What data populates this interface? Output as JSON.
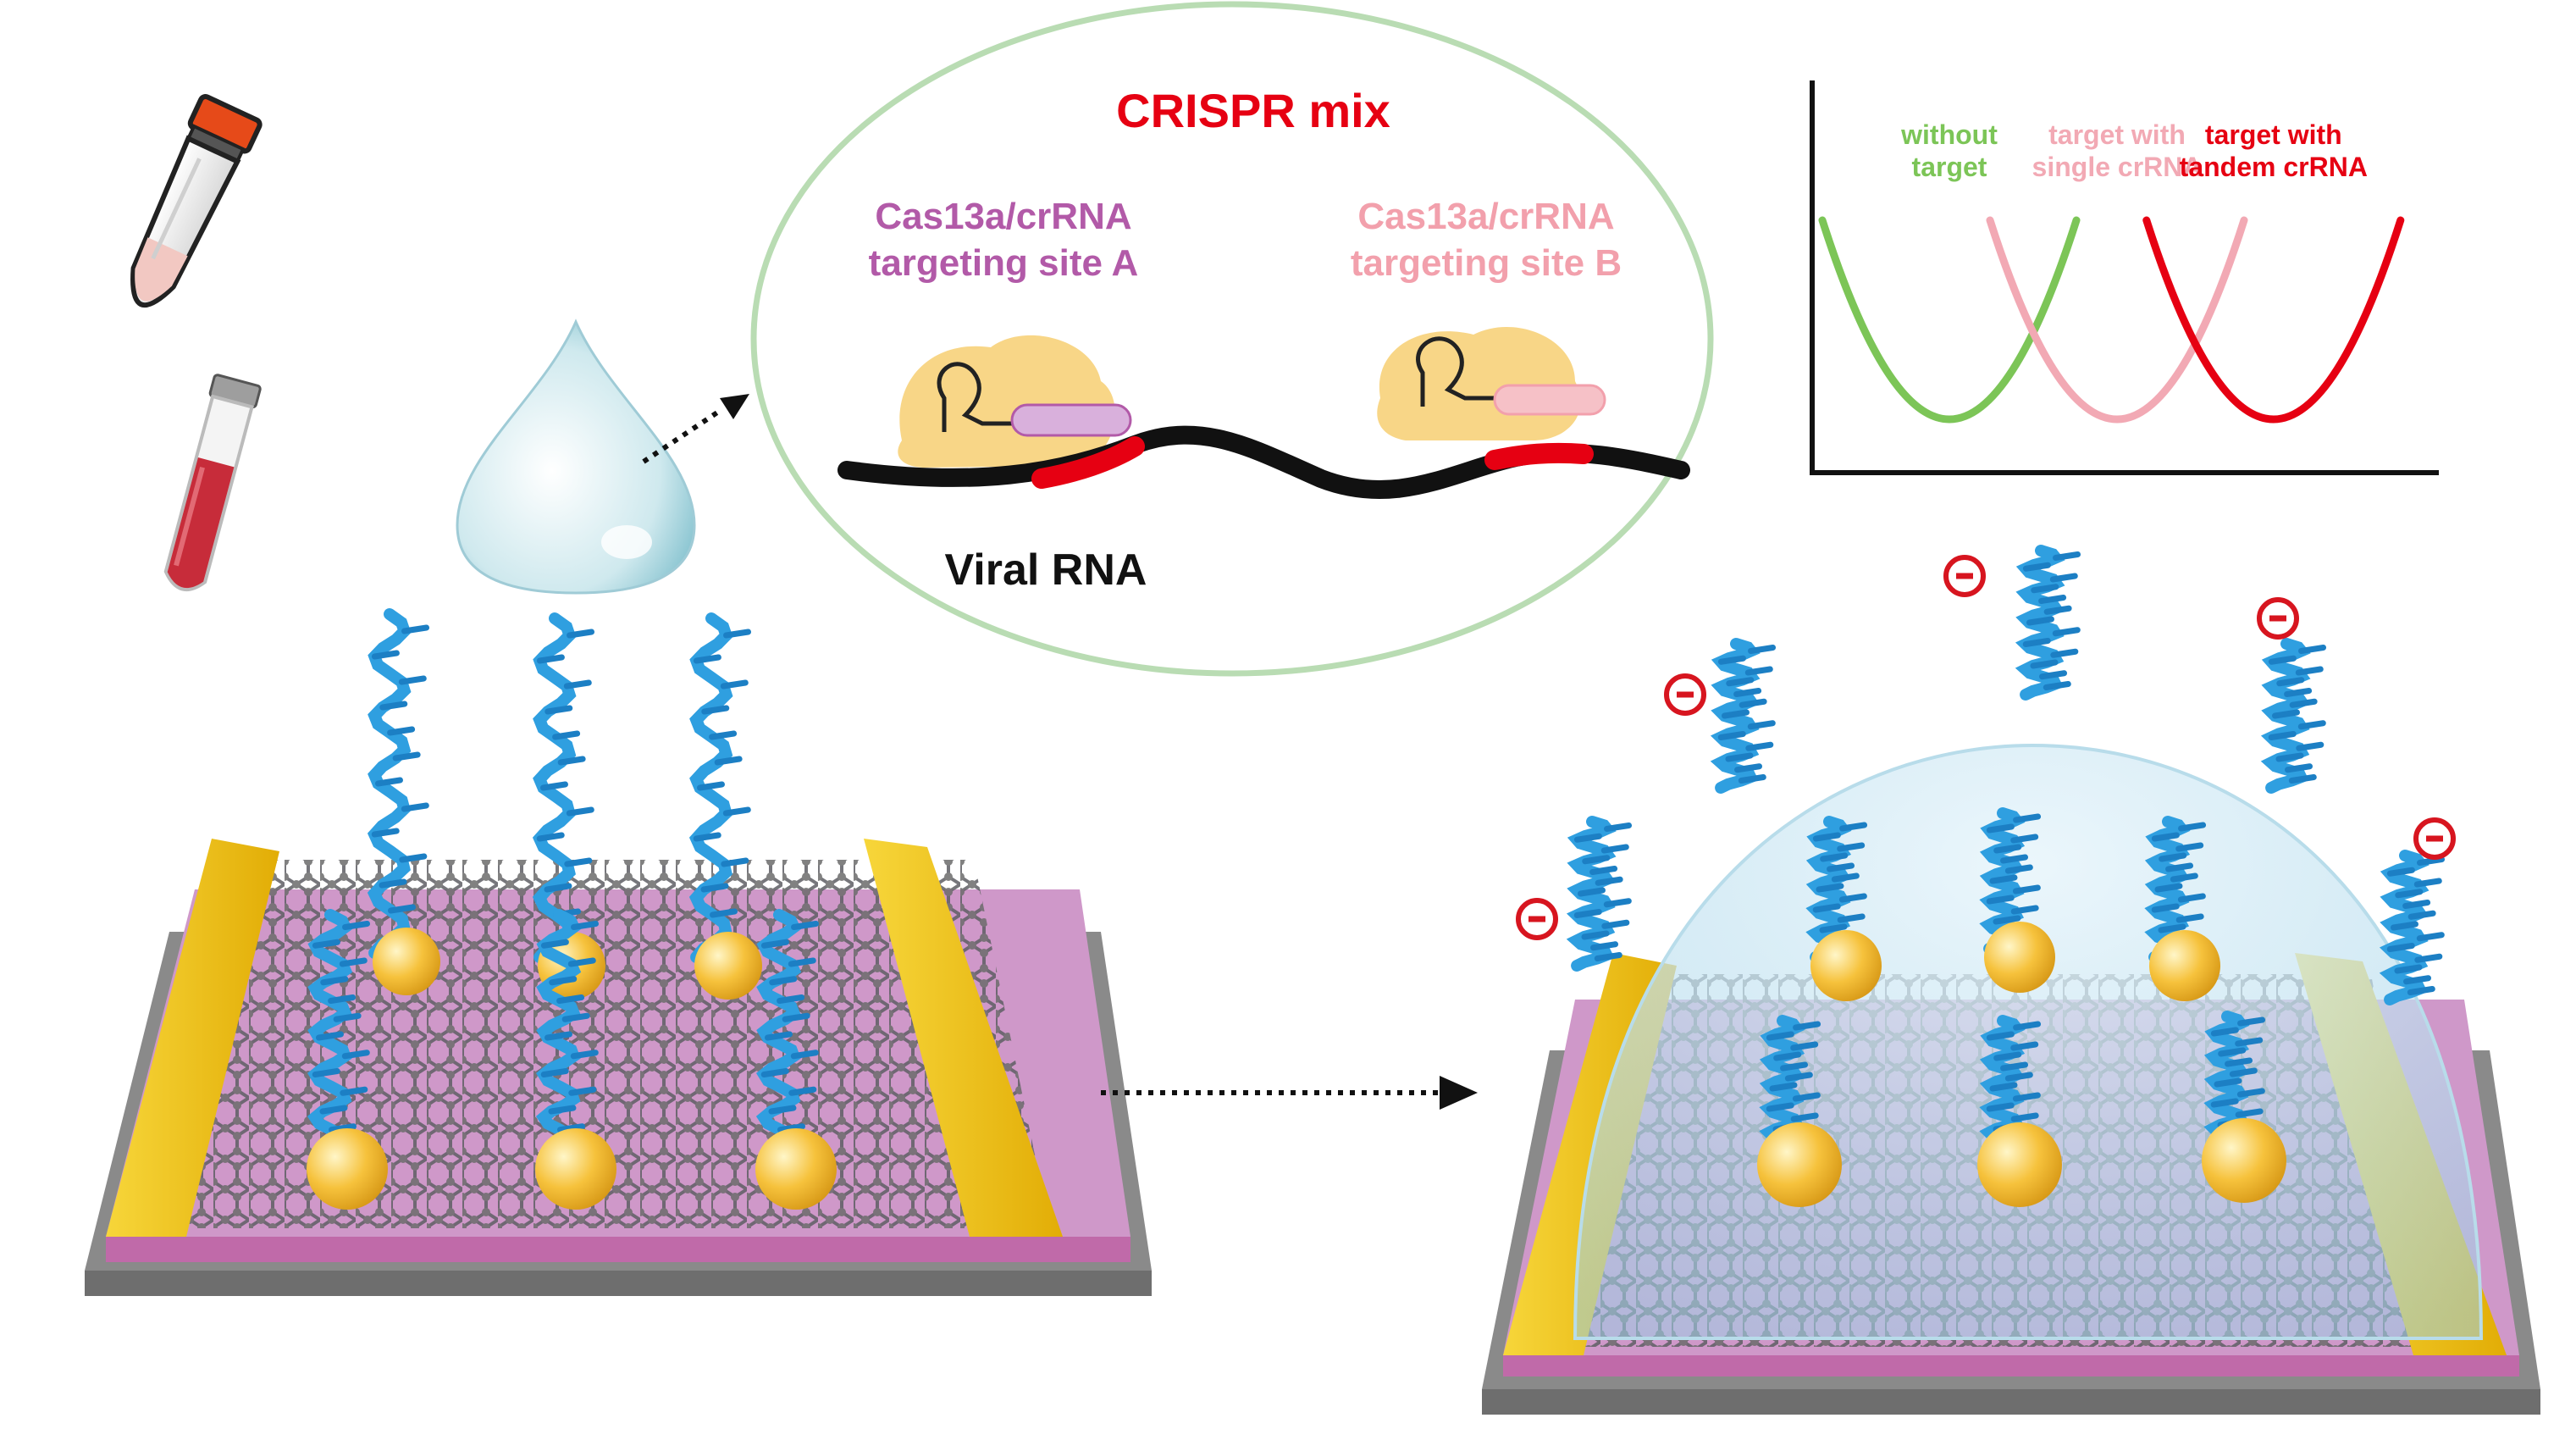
{
  "crispr": {
    "title": "CRISPR mix",
    "siteA": {
      "line1": "Cas13a/crRNA",
      "line2": "targeting site A"
    },
    "siteB": {
      "line1": "Cas13a/crRNA",
      "line2": "targeting site B"
    },
    "viral_rna": "Viral RNA"
  },
  "chart_data": {
    "type": "line",
    "title": "",
    "xlabel": "",
    "ylabel": "",
    "grid": false,
    "legend_placement": "top (labels above each curve)",
    "series": [
      {
        "name": "without\ntarget",
        "label_lines": [
          "without",
          "target"
        ],
        "color": "#7cc557",
        "shape": "parabola",
        "min_relative_x": 0.2
      },
      {
        "name": "target with\nsingle crRNA",
        "label_lines": [
          "target with",
          "single crRNA"
        ],
        "color": "#f2a9b4",
        "shape": "parabola",
        "min_relative_x": 0.5
      },
      {
        "name": "target with\ntandem crRNA",
        "label_lines": [
          "target with",
          "tandem crRNA"
        ],
        "color": "#e60012",
        "shape": "parabola",
        "min_relative_x": 0.78
      }
    ]
  },
  "colors": {
    "rna": "#2f9fe0",
    "rna_dark": "#1c7fc4",
    "electrode": "#f2c40f",
    "substrate_top": "#c98fc4",
    "substrate_side": "#c06aa9",
    "base": "#8a8a8a",
    "gold_np": "#f6c23c",
    "crispr_title": "#e60012",
    "siteA": "#b25aa8",
    "siteB": "#f2a0ac",
    "rna_target": "#e60012",
    "bubble_border": "#b9dcb3",
    "protein": "#f7d27a",
    "neg_charge": "#d7151f"
  },
  "icons": {
    "sample_tube": "sample-tube-icon",
    "blood_tube": "blood-tube-icon",
    "droplet": "droplet-icon",
    "negative_charge": "negative-charge-icon"
  }
}
